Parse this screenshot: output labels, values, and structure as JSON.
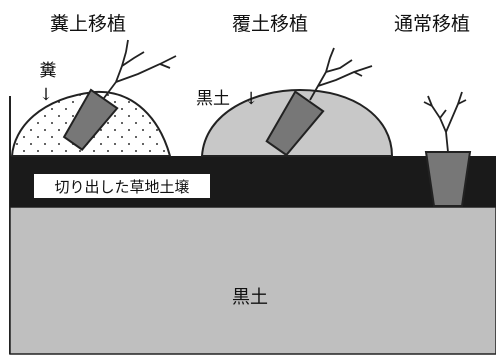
{
  "headers": {
    "manure_planting": "糞上移植",
    "soil_cover_planting": "覆土移植",
    "normal_planting": "通常移植"
  },
  "annotations": {
    "manure_label": "糞",
    "kuroboku_arrow_label": "黒土",
    "arrow_down": "↓"
  },
  "layers": {
    "cut_grassland_soil": "切り出した草地土壌",
    "kuroboku_subsoil": "黒土"
  },
  "colors": {
    "black_layer": "#1a1a1a",
    "gray_soil": "#bfbfbf",
    "mound_fill": "#c8c8c8",
    "pot_fill": "#777777",
    "stroke": "#222222"
  }
}
